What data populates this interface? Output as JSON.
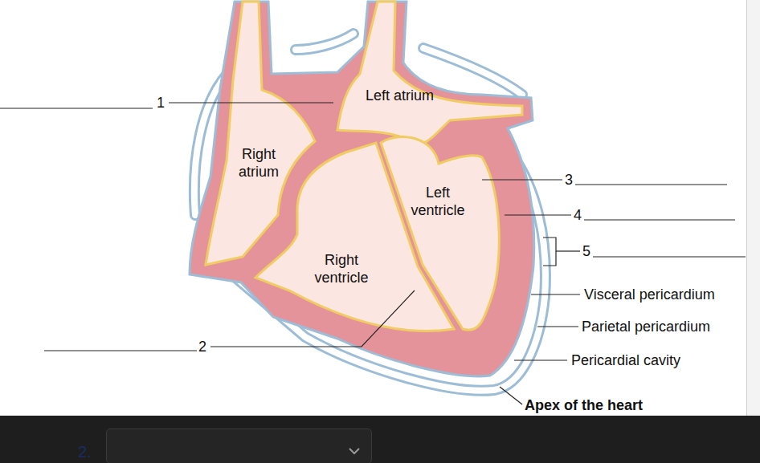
{
  "diagram": {
    "nodes": [
      {
        "text": [
          "2."
        ]
      }
    ],
    "labels": [
      "1",
      "Left atrium",
      "Right atrium",
      "3",
      "Left ventricle",
      "4",
      "5",
      "Right ventricle",
      "Visceral pericardium",
      "Parietal pericardium",
      "2",
      "Pericardial cavity",
      "Apex of the heart"
    ]
  }
}
